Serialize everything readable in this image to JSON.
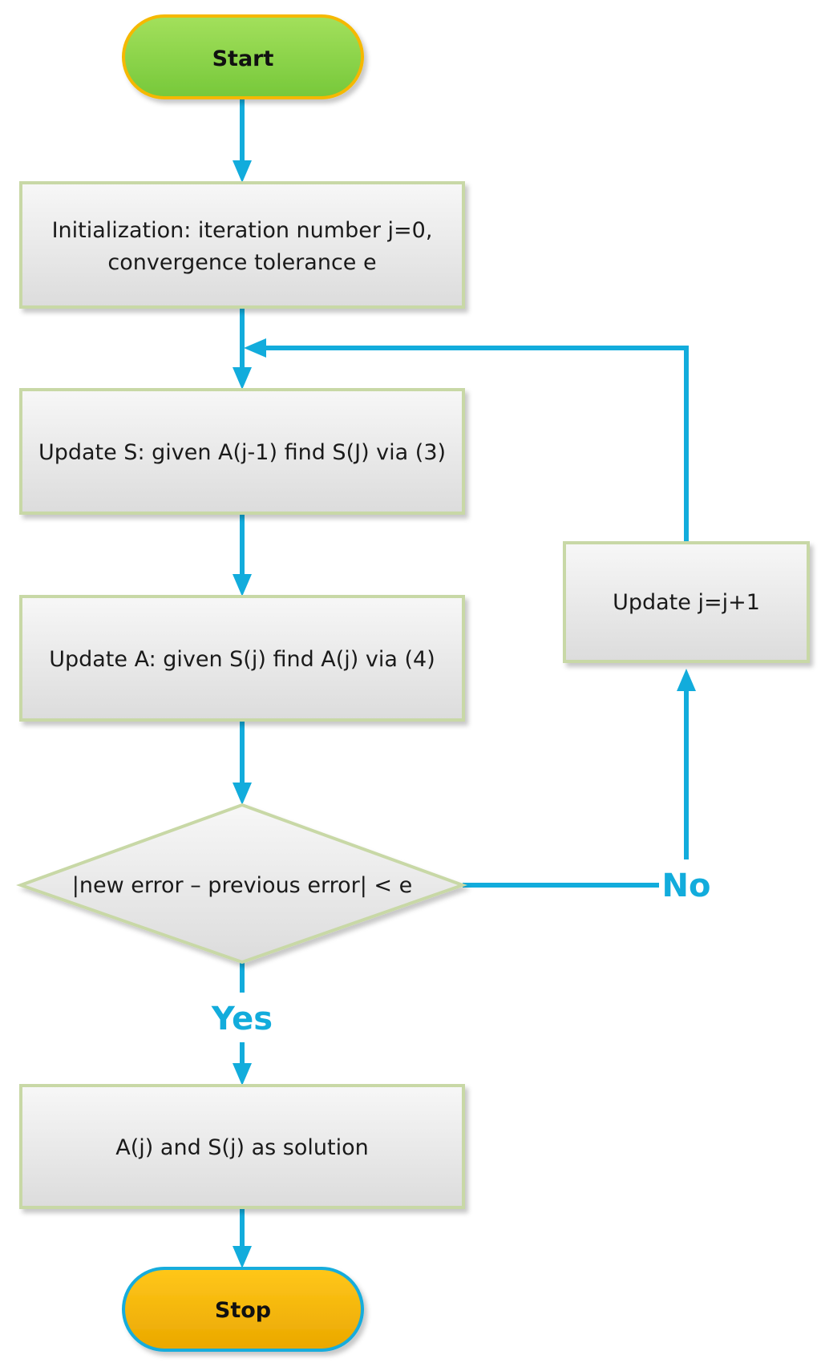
{
  "nodes": {
    "start": {
      "label": "Start"
    },
    "init": {
      "line1": "Initialization: iteration number j=0,",
      "line2": "convergence tolerance e"
    },
    "update_s": {
      "label": "Update S: given A(j-1) find S(J) via (3)"
    },
    "update_a": {
      "label": "Update A: given S(j) find A(j) via (4)"
    },
    "decision": {
      "label": "|new error – previous error| < e"
    },
    "solution": {
      "label": "A(j) and S(j) as solution"
    },
    "update_j": {
      "label": "Update j=j+1"
    },
    "stop": {
      "label": "Stop"
    }
  },
  "branches": {
    "yes": "Yes",
    "no": "No"
  },
  "colors": {
    "flow": "#12acdc",
    "start_fill": "#8ed64a",
    "start_border": "#f5b800",
    "stop_fill": "#f5b800",
    "stop_border": "#12acdc",
    "box_border": "#c8d8a6",
    "box_fill_top": "#f7f7f7",
    "box_fill_bottom": "#dcdcdc"
  }
}
